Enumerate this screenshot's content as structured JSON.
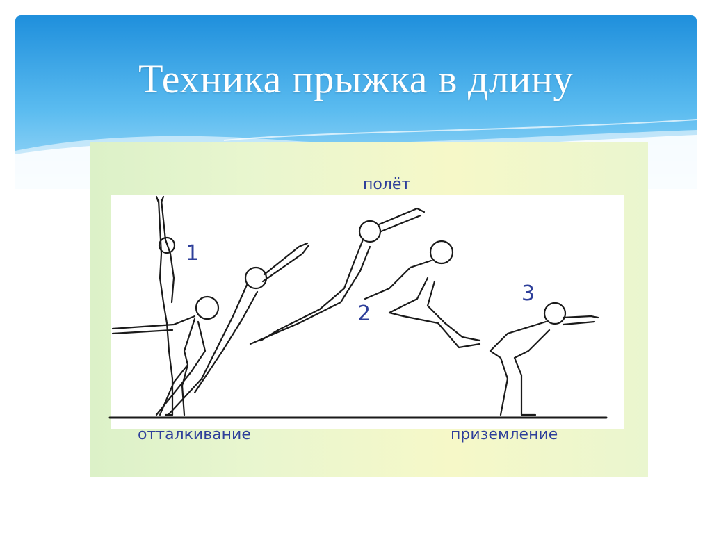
{
  "slide": {
    "title": "Техника прыжка в длину"
  },
  "diagram": {
    "label_flight": "полёт",
    "label_takeoff": "отталкивание",
    "label_landing": "приземление",
    "phase_1": "1",
    "phase_2": "2",
    "phase_3": "3"
  },
  "colors": {
    "header_blue": "#2aa3e6",
    "label_blue": "#2e3f9a",
    "panel_green": "#e4f4cc"
  }
}
